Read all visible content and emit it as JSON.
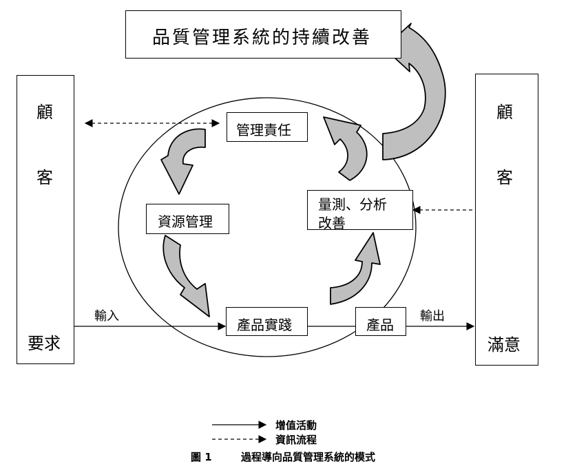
{
  "title_box": {
    "text": "品質管理系統的持續改善"
  },
  "left_customer": {
    "char1": "顧",
    "char2": "客",
    "bottom": "要求"
  },
  "right_customer": {
    "char1": "顧",
    "char2": "客",
    "bottom": "滿意"
  },
  "process_boxes": {
    "management": "管理責任",
    "resources": "資源管理",
    "realization": "產品實踐",
    "measurement_line1": "量測、分析",
    "measurement_line2": "改善",
    "product": "產品"
  },
  "flow_labels": {
    "input": "輸入",
    "output": "輸出"
  },
  "legend": {
    "value_added": "增值活動",
    "information_flow": "資訊流程"
  },
  "caption": {
    "figure_no": "圖 1",
    "text": "過程導向品質管理系統的模式"
  },
  "colors": {
    "arrow_fill": "#bfbfbf",
    "line": "#000000"
  }
}
